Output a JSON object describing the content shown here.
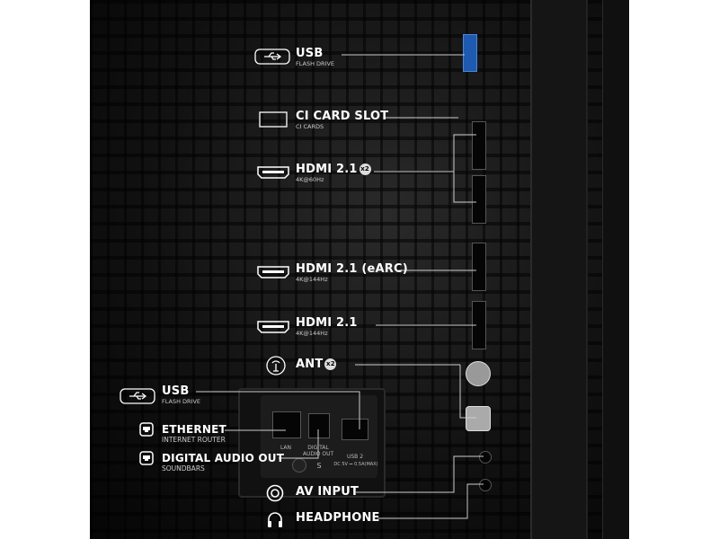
{
  "labels": {
    "usb_top": {
      "title": "USB",
      "sub": "FLASH DRIVE",
      "icon": "usb-icon"
    },
    "ci": {
      "title": "CI CARD SLOT",
      "sub": "CI CARDS",
      "icon": "card-slot-icon"
    },
    "hdmi1": {
      "title": "HDMI 2.1",
      "badge": "x2",
      "sub": "4K@60Hz",
      "icon": "hdmi-icon"
    },
    "hdmi_earc": {
      "title": "HDMI 2.1 (eARC)",
      "sub": "4K@144Hz",
      "icon": "hdmi-icon"
    },
    "hdmi2": {
      "title": "HDMI 2.1",
      "sub": "4K@144Hz",
      "icon": "hdmi-icon"
    },
    "ant": {
      "title": "ANT",
      "badge": "x2",
      "icon": "antenna-icon"
    },
    "usb_bottom": {
      "title": "USB",
      "sub": "FLASH DRIVE",
      "icon": "usb-icon"
    },
    "ethernet": {
      "title": "ETHERNET",
      "sub": "INTERNET ROUTER",
      "icon": "ethernet-icon"
    },
    "optical": {
      "title": "DIGITAL AUDIO OUT",
      "sub": "SOUNDBARS",
      "icon": "optical-icon"
    },
    "av": {
      "title": "AV INPUT",
      "icon": "av-input-icon"
    },
    "headphone": {
      "title": "HEADPHONE",
      "icon": "headphone-icon"
    }
  },
  "panel_print": {
    "lan": "LAN",
    "digital_audio": "DIGITAL AUDIO OUT",
    "usb2": "USB 2",
    "usb2_power": "DC 5V ⎓ 0.5A(MAX)",
    "screw": "S"
  }
}
